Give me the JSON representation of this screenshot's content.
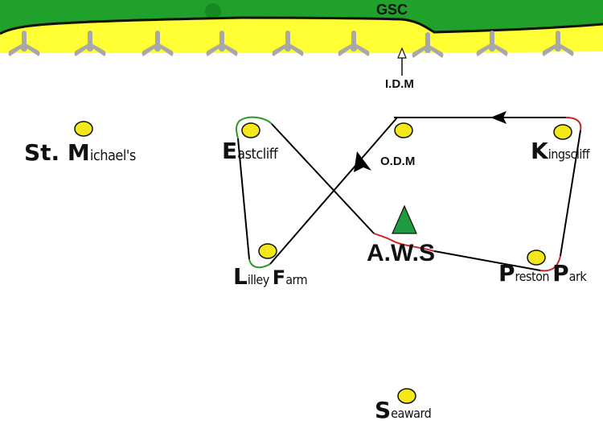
{
  "header": {
    "title": "GSC"
  },
  "marker": {
    "label": "I.D.M"
  },
  "colors": {
    "grass": "#1fa12b",
    "sand": "#ffff33",
    "waypoint": "#f5e81a",
    "track": "#000000",
    "green_turn": "#2a9a2a",
    "red_turn": "#c8262b",
    "aws_triangle": "#1f9a3e",
    "buoy": "#a8a8a8"
  },
  "waypoints": [
    {
      "id": "st-michaels",
      "cap": "St. M",
      "rest": "ichael's"
    },
    {
      "id": "eastcliff",
      "cap": "E",
      "rest": "astcliff"
    },
    {
      "id": "odm",
      "cap": "",
      "rest": "O.D.M"
    },
    {
      "id": "kingscliff",
      "cap": "K",
      "rest": "ingscliff"
    },
    {
      "id": "lilley-farm",
      "cap": "L",
      "rest": "illey ",
      "cap2": "F",
      "rest2": "arm"
    },
    {
      "id": "aws",
      "cap": "A.W.S",
      "rest": ""
    },
    {
      "id": "preston-park",
      "cap": "P",
      "rest": "reston ",
      "cap2": "P",
      "rest2": "ark"
    },
    {
      "id": "seaward",
      "cap": "S",
      "rest": "eaward"
    }
  ],
  "icons": {
    "start": "triangle-icon",
    "buoy": "tripod-buoy-icon",
    "arrow": "arrowhead-icon"
  }
}
